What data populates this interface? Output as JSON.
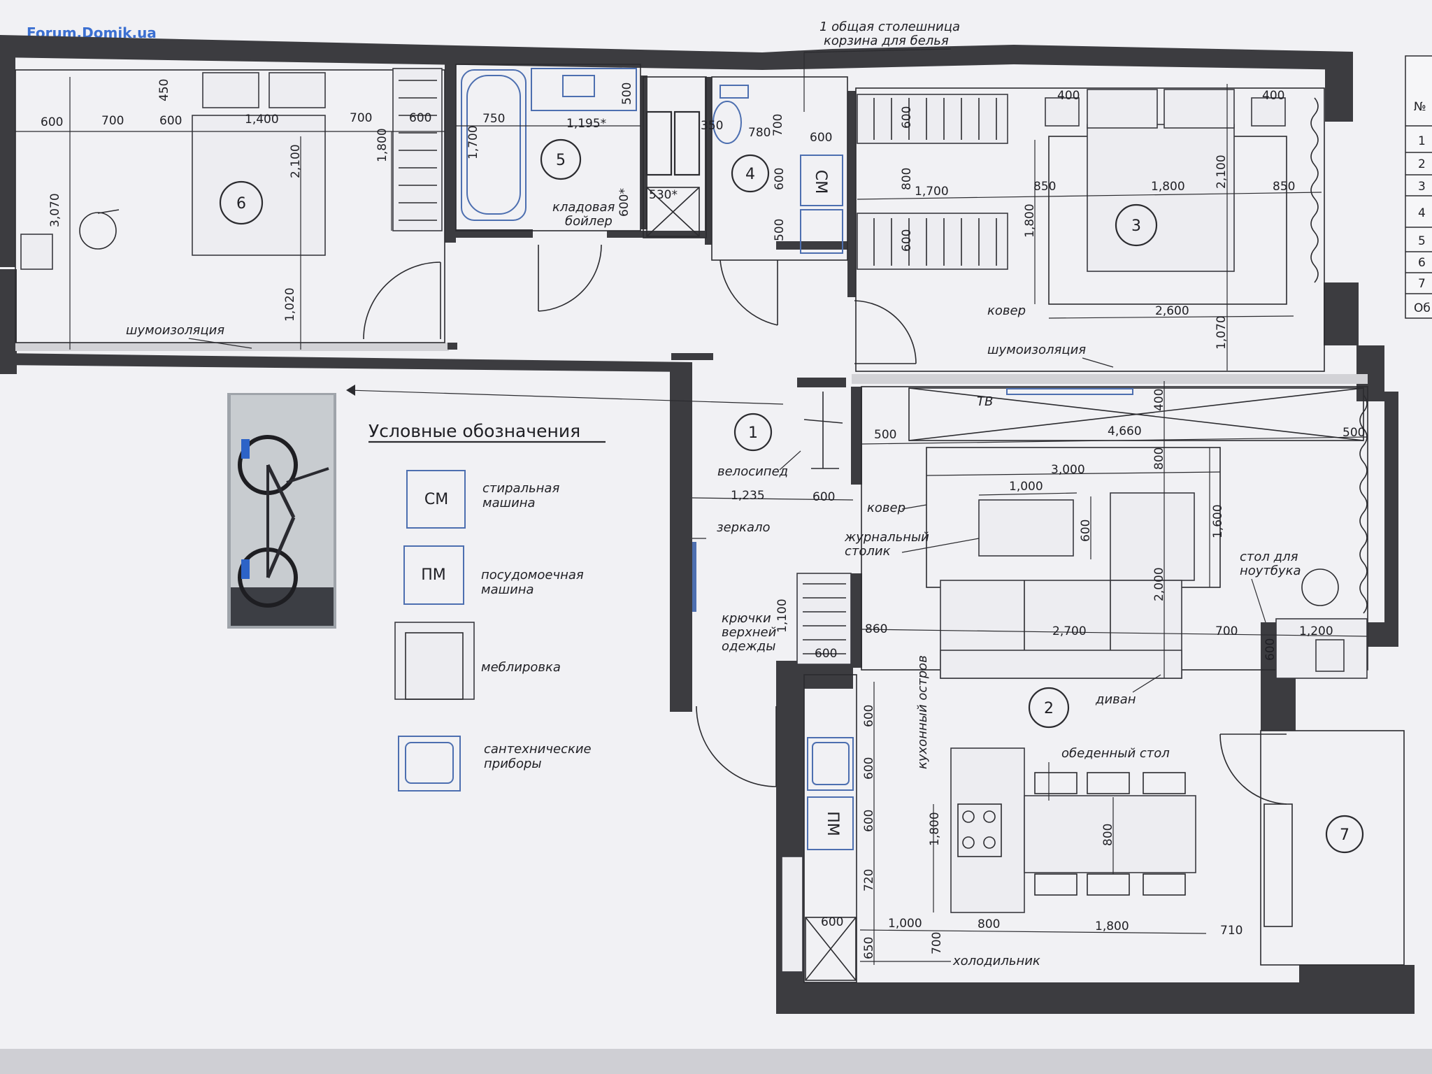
{
  "watermark": "Forum.Domik.ua",
  "header_note_1": "1 общая столешница",
  "header_note_2": "корзина для белья",
  "rooms": [
    "1",
    "2",
    "3",
    "4",
    "5",
    "6",
    "7"
  ],
  "legend": {
    "title": "Условные обозначения",
    "washer_code": "СМ",
    "washer_l1": "стиральная",
    "washer_l2": "машина",
    "dishwasher_code": "ПМ",
    "dishwasher_l1": "посудомоечная",
    "dishwasher_l2": "машина",
    "furniture": "меблировка",
    "plumbing_l1": "сантехнические",
    "plumbing_l2": "приборы"
  },
  "labels": {
    "soundproof_1": "шумоизоляция",
    "soundproof_2": "шумоизоляция",
    "storage_l1": "кладовая",
    "storage_l2": "бойлер",
    "carpet_1": "ковер",
    "carpet_2": "ковер",
    "tv": "ТВ",
    "bike": "велосипед",
    "mirror": "зеркало",
    "hooks_l1": "крючки",
    "hooks_l2": "верхней",
    "hooks_l3": "одежды",
    "coffee_l1": "журнальный",
    "coffee_l2": "столик",
    "desk_l1": "стол для",
    "desk_l2": "ноутбука",
    "sofa": "диван",
    "island": "кухонный остров",
    "dining": "обеденный стол",
    "fridge": "холодильник",
    "sm": "СМ",
    "pm": "ПМ"
  },
  "dims": {
    "r6_600": "600",
    "r6_700a": "700",
    "r6_600b": "600",
    "r6_1400": "1,400",
    "r6_700c": "700",
    "r6_600d": "600",
    "r6_450": "450",
    "r6_2100": "2,100",
    "r6_1800": "1,800",
    "r6_3070": "3,070",
    "r6_1020": "1,020",
    "r5_750": "750",
    "r5_1195": "1,195*",
    "r5_500": "500",
    "r5_1700": "1,700",
    "st_600": "600*",
    "st_530": "530*",
    "r4_350": "350",
    "r4_780": "780",
    "r4_700": "700",
    "r4_600a": "600",
    "r4_600b": "600",
    "r4_500": "500",
    "r3_400a": "400",
    "r3_400b": "400",
    "r3_600a": "600",
    "r3_800": "800",
    "r3_600b": "600",
    "r3_1700": "1,700",
    "r3_850a": "850",
    "r3_1800": "1,800",
    "r3_850b": "850",
    "r3_2100": "2,100",
    "r3_1800v": "1,800",
    "r3_2600": "2,600",
    "r3_1070": "1,070",
    "r2_400": "400",
    "r2_500a": "500",
    "r2_4660": "4,660",
    "r2_500b": "500",
    "r2_800": "800",
    "r2_3000": "3,000",
    "r2_1000": "1,000",
    "r2_600": "600",
    "r2_1600": "1,600",
    "r2_2000": "2,000",
    "r2_860": "860",
    "r2_2700": "2,700",
    "r2_700": "700",
    "r2_1200": "1,200",
    "r2_600d": "600",
    "h_1235": "1,235",
    "h_600": "600",
    "h_1100": "1,100",
    "h_600b": "600",
    "k_600a": "600",
    "k_600b": "600",
    "k_600c": "600",
    "k_720": "720",
    "k_600d": "600",
    "k_650": "650",
    "k_1800": "1,800",
    "k_800": "800",
    "k_700": "700",
    "k_1000": "1,000",
    "k_800b": "800",
    "k_1800b": "1,800",
    "k_710": "710"
  },
  "table_partial": {
    "header": "№",
    "rows": [
      "1",
      "2",
      "3",
      "4",
      "5",
      "6",
      "7",
      "Об"
    ]
  }
}
